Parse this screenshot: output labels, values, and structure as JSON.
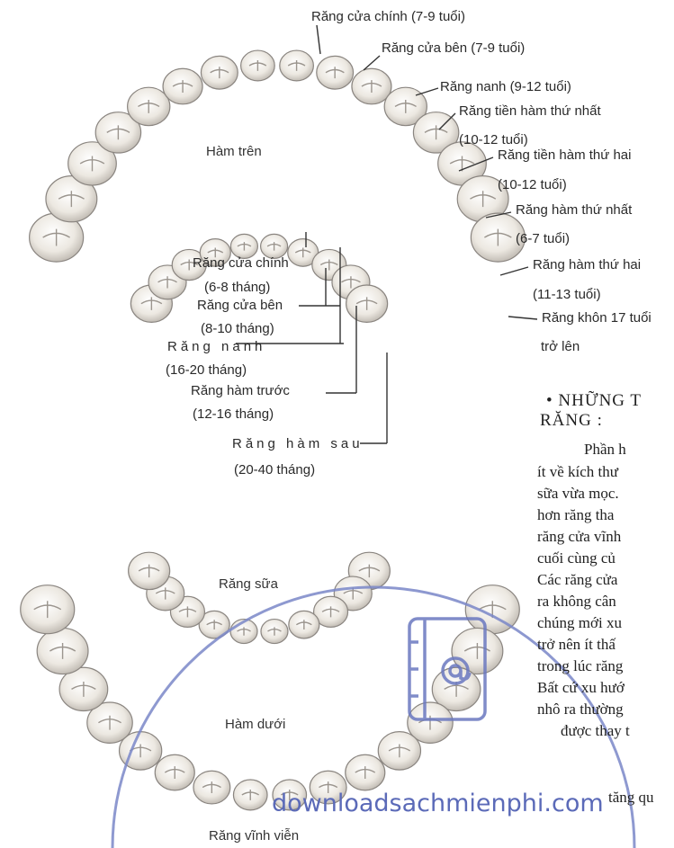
{
  "permanent_labels": [
    "Răng cửa chính (7-9 tuổi)",
    "Răng cửa bên (7-9 tuổi)",
    "Răng nanh (9-12 tuổi)",
    "Răng tiền hàm thứ nhất",
    "(10-12 tuổi)",
    "Răng tiền hàm thứ hai",
    "(10-12 tuổi)",
    "Răng hàm thứ nhất",
    "(6-7 tuổi)",
    "Răng hàm thứ hai",
    "(11-13 tuổi)",
    "Răng khôn 17 tuổi",
    "trở lên"
  ],
  "primary_labels": [
    "Răng cửa chính",
    "(6-8 tháng)",
    "Răng cửa bên",
    "(8-10 tháng)",
    "Răng nanh",
    "(16-20 tháng)",
    "Răng hàm trước",
    "(12-16 tháng)",
    "Răng hàm sau",
    "(20-40 tháng)"
  ],
  "regions": {
    "upper_jaw": "Hàm trên",
    "primary_teeth": "Răng sữa",
    "lower_jaw": "Hàm dưới",
    "permanent_teeth": "Răng vĩnh viễn"
  },
  "text_section": {
    "heading_line1": "• NHỮNG T",
    "heading_line2": "RĂNG :",
    "lines": [
      "Phần h",
      "ít về kích thư",
      "sữa vừa mọc.",
      "hơn răng tha",
      "răng cửa vĩnh",
      "cuối cùng củ",
      "Các răng cửa",
      "ra không cân",
      "chúng mới xu",
      "trở nên ít thấ",
      "trong lúc răng",
      "Bất cứ xu hướ",
      "nhô ra thường",
      "được thay t",
      "tăng qu"
    ]
  },
  "watermark": "downloadsachmienphi.com",
  "watermark_icon": "notebook-at-icon",
  "colors": {
    "tooth_fill": "#ece8e1",
    "tooth_shadow": "#8a8580",
    "watermark": "#5b6ab8",
    "text": "#2a2a2a"
  }
}
